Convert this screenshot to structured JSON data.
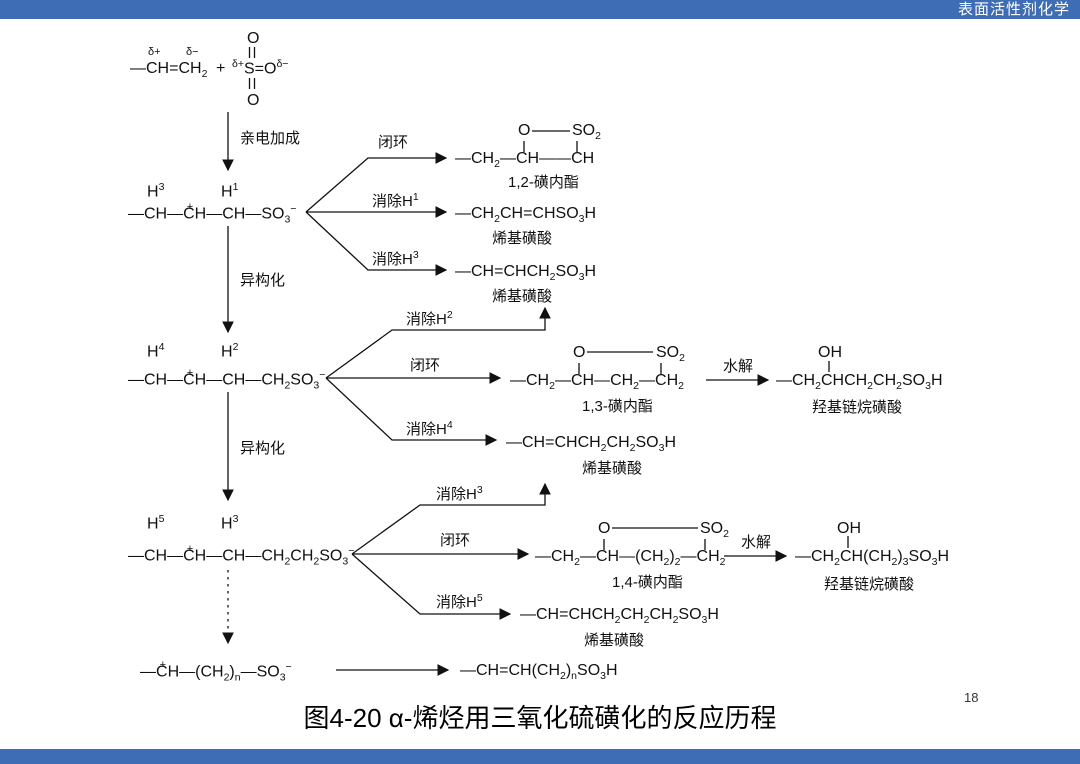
{
  "colors": {
    "bar_blue": "#3E6DB5",
    "ink": "#111111"
  },
  "header": {
    "title": "表面活性剂化学"
  },
  "footer": {
    "page_number": "18"
  },
  "caption": "图4-20 α-烯烃用三氧化硫磺化的反应历程",
  "labels": {
    "electrophilic_addition": "亲电加成",
    "isomerization": "异构化",
    "ring_closure": "闭环",
    "hydrolysis": "水解",
    "eliminate_h1": "消除H<sup>1</sup>",
    "eliminate_h2": "消除H<sup>2</sup>",
    "eliminate_h3": "消除H<sup>3</sup>",
    "eliminate_h4": "消除H<sup>4</sup>",
    "eliminate_h5": "消除H<sup>5</sup>",
    "sultone_12": "1,2-磺内酯",
    "sultone_13": "1,3-磺内酯",
    "sultone_14": "1,4-磺内酯",
    "alkenyl_sulfonic_acid": "烯基磺酸",
    "hydroxyalkane_sulfonic_acid": "羟基链烷磺酸"
  },
  "formulas": {
    "alkene": "—CH=CH<sub>2</sub>",
    "delta_plus": "δ+",
    "delta_minus": "δ−",
    "plus_sign": "+",
    "so3_center": "<sup>δ+</sup>S=O<sup>δ−</sup>",
    "oxygen": "O",
    "so2": "SO<sub>2</sub>",
    "oh": "OH",
    "h1": "H<sup>1</sup>",
    "h2": "H<sup>2</sup>",
    "h3": "H<sup>3</sup>",
    "h4": "H<sup>4</sup>",
    "h5": "H<sup>5</sup>",
    "carbocation_1": "—CH—C<span class='chg'>+</span>H—CH—SO<sub>3</sub><sup>−</sup>",
    "carbocation_2": "—CH—C<span class='chg'>+</span>H—CH—CH<sub>2</sub>SO<sub>3</sub><sup>−</sup>",
    "carbocation_3": "—CH—C<span class='chg'>+</span>H—CH—CH<sub>2</sub>CH<sub>2</sub>SO<sub>3</sub><sup>−</sup>",
    "carbocation_n": "—C<span class='chg'>+</span>H—(CH<sub>2</sub>)<sub>n</sub>—SO<sub>3</sub><sup>−</sup>",
    "sultone12_chain": "—CH<sub>2</sub>—CH——CH",
    "sultone13_chain": "—CH<sub>2</sub>—CH—CH<sub>2</sub>—CH<sub>2</sub>",
    "sultone14_chain": "—CH<sub>2</sub>—CH—(CH<sub>2</sub>)<sub>2</sub>—CH<sub>2</sub>",
    "alkenyl_1": "—CH<sub>2</sub>CH=CHSO<sub>3</sub>H",
    "alkenyl_2": "—CH=CHCH<sub>2</sub>SO<sub>3</sub>H",
    "alkenyl_3": "—CH=CHCH<sub>2</sub>CH<sub>2</sub>SO<sub>3</sub>H",
    "alkenyl_4": "—CH=CHCH<sub>2</sub>CH<sub>2</sub>CH<sub>2</sub>SO<sub>3</sub>H",
    "hydroxy_1": "—CH<sub>2</sub>CHCH<sub>2</sub>CH<sub>2</sub>SO<sub>3</sub>H",
    "hydroxy_2": "—CH<sub>2</sub>CH(CH<sub>2</sub>)<sub>3</sub>SO<sub>3</sub>H",
    "alkenyl_n": "—CH=CH(CH<sub>2</sub>)<sub>n</sub>SO<sub>3</sub>H"
  }
}
